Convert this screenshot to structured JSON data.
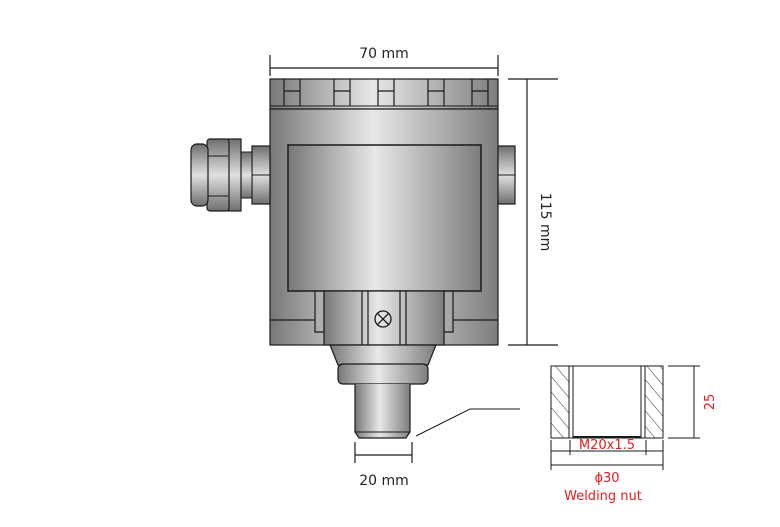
{
  "diagram": {
    "type": "technical-drawing",
    "subject": "pressure transmitter housing",
    "dimensions": {
      "width_label": "70 mm",
      "height_label": "115 mm",
      "thread_width_label": "20 mm"
    },
    "welding_nut": {
      "title": "Welding nut",
      "thread_label": "M20x1.5",
      "diameter_label": "ϕ30",
      "height_label": "25",
      "label_color": "#e02020"
    },
    "colors": {
      "line": "#1a1a1a",
      "metal_dark": "#7a7a7a",
      "metal_light": "#e6e6e6",
      "annotation_red": "#e02020"
    }
  }
}
